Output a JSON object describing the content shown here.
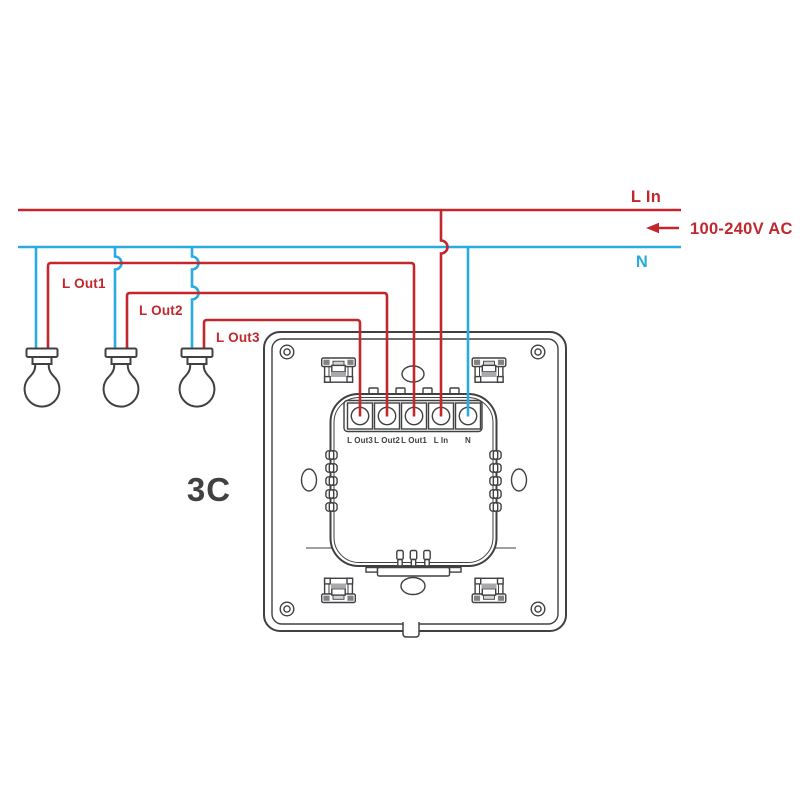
{
  "diagram": {
    "power": {
      "live_label": "L In",
      "neutral_label": "N",
      "source_label": "100-240V AC"
    },
    "outputs": {
      "out1": "L Out1",
      "out2": "L Out2",
      "out3": "L Out3"
    },
    "gang_label": "3C",
    "terminals": {
      "labels": [
        "L Out3",
        "L Out2",
        "L Out1",
        "L In",
        "N"
      ]
    },
    "bulb_count": 3
  },
  "colors": {
    "live": "#c1272d",
    "neutral": "#29abe2",
    "outline": "#414042",
    "clip_dark": "#808285",
    "clip_mid": "#a7a9ac",
    "clip_light": "#d1d3d4"
  }
}
